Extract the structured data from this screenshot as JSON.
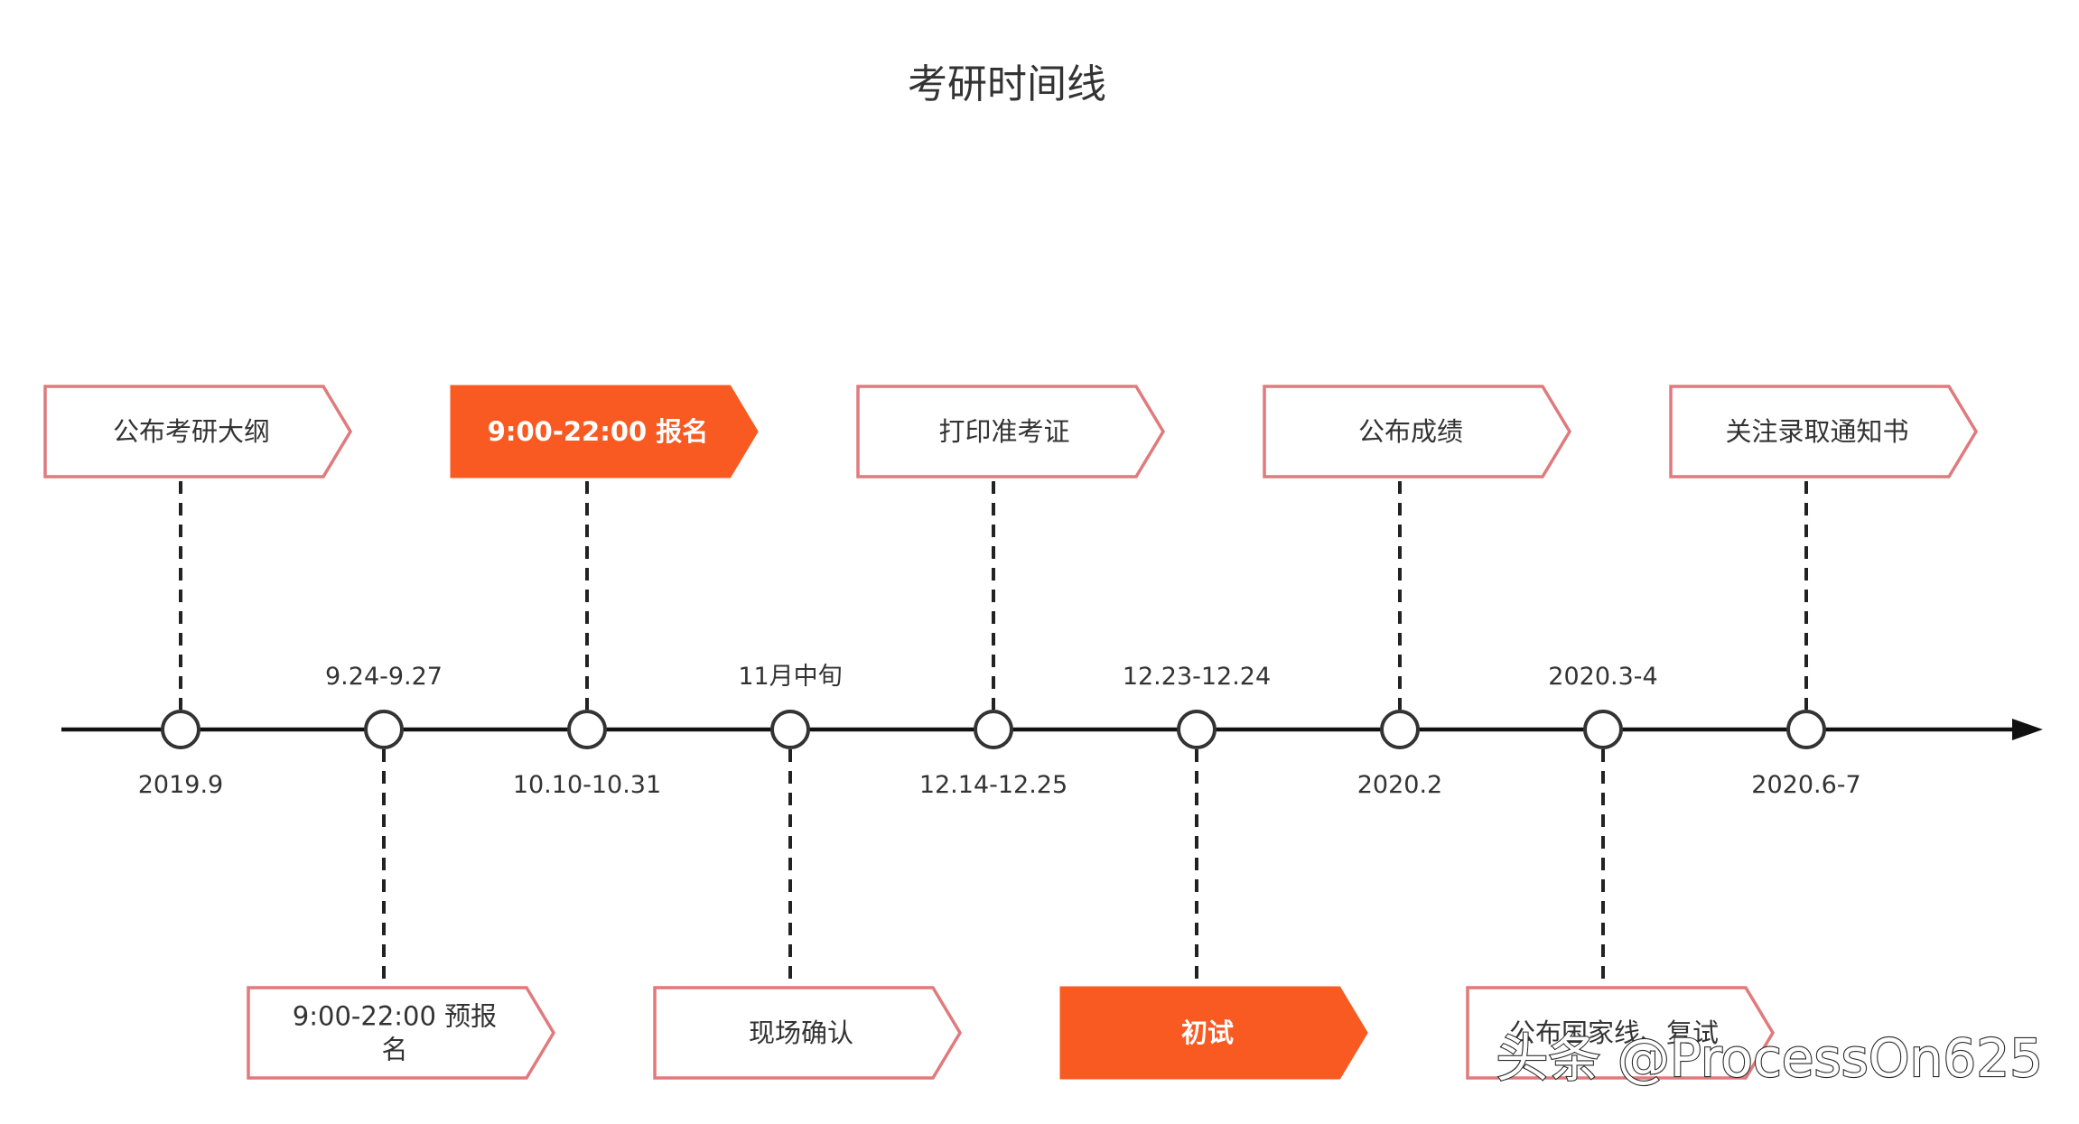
{
  "title": "考研时间线",
  "colors": {
    "accent": "#f95a22",
    "box_border": "#e07a7c",
    "line": "#111111",
    "text": "#333333"
  },
  "timeline": {
    "events": [
      {
        "date": "2019.9",
        "date_pos": "below",
        "label_lines": [
          "公布考研大纲"
        ],
        "box_pos": "above",
        "highlight": false
      },
      {
        "date": "9.24-9.27",
        "date_pos": "above",
        "label_lines": [
          "9:00-22:00 预报",
          "名"
        ],
        "box_pos": "below",
        "highlight": false
      },
      {
        "date": "10.10-10.31",
        "date_pos": "below",
        "label_lines": [
          "9:00-22:00 报名"
        ],
        "box_pos": "above",
        "highlight": true
      },
      {
        "date": "11月中旬",
        "date_pos": "above",
        "label_lines": [
          "现场确认"
        ],
        "box_pos": "below",
        "highlight": false
      },
      {
        "date": "12.14-12.25",
        "date_pos": "below",
        "label_lines": [
          "打印准考证"
        ],
        "box_pos": "above",
        "highlight": false
      },
      {
        "date": "12.23-12.24",
        "date_pos": "above",
        "label_lines": [
          "初试"
        ],
        "box_pos": "below",
        "highlight": true
      },
      {
        "date": "2020.2",
        "date_pos": "below",
        "label_lines": [
          "公布成绩"
        ],
        "box_pos": "above",
        "highlight": false
      },
      {
        "date": "2020.3-4",
        "date_pos": "above",
        "label_lines": [
          "公布国家线、复试"
        ],
        "box_pos": "below",
        "highlight": false
      },
      {
        "date": "2020.6-7",
        "date_pos": "below",
        "label_lines": [
          "关注录取通知书"
        ],
        "box_pos": "above",
        "highlight": false
      }
    ]
  },
  "watermark": "头条 @ProcessOn625"
}
